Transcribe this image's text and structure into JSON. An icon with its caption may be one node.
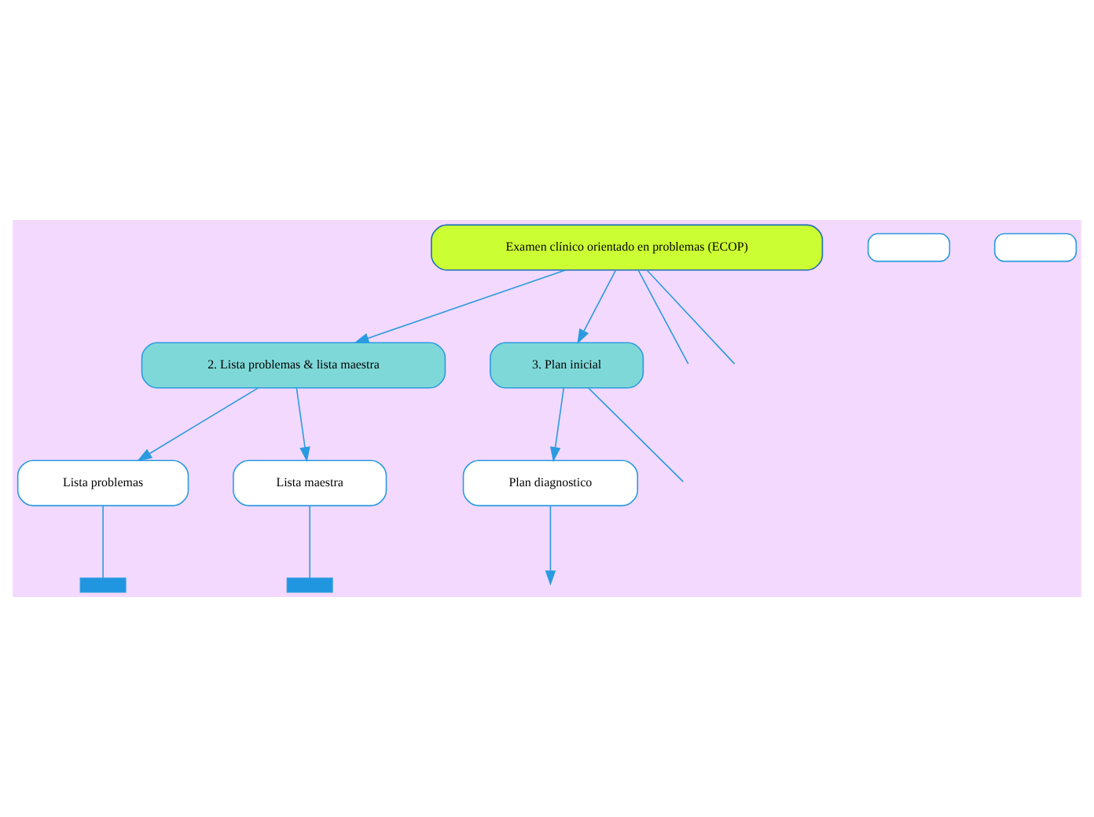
{
  "diagram": {
    "nodes": [
      {
        "text": [
          "Examen clínico orientado en problemas (ECOP)"
        ]
      },
      {
        "text": [
          "2. Lista problemas & lista maestra"
        ]
      },
      {
        "text": [
          "3. Plan inicial"
        ]
      },
      {
        "text": [],
        "shape": "box"
      },
      {
        "text": [],
        "shape": "box"
      },
      {
        "text": [
          "Lista problemas"
        ]
      },
      {
        "text": [
          "Lista maestra"
        ]
      },
      {
        "text": [
          "Plan diagnostico"
        ]
      },
      {
        "text": [],
        "shape": "bar"
      },
      {
        "text": [],
        "shape": "bar"
      }
    ],
    "edges": [
      {
        "from": 0,
        "to": null,
        "arrow": "none"
      },
      {
        "from": 0,
        "to": 1,
        "arrow": "to"
      },
      {
        "from": 0,
        "to": 2,
        "arrow": "to"
      },
      {
        "from": 0,
        "to": null,
        "arrow": "none"
      },
      {
        "from": 1,
        "to": 5,
        "arrow": "to"
      },
      {
        "from": 1,
        "to": 6,
        "arrow": "to"
      },
      {
        "from": 2,
        "to": 7,
        "arrow": "to"
      },
      {
        "from": 2,
        "to": null,
        "arrow": "none"
      },
      {
        "from": 5,
        "to": 8,
        "arrow": "none"
      },
      {
        "from": 6,
        "to": 9,
        "arrow": "none"
      },
      {
        "from": 7,
        "to": null,
        "arrow": "to"
      }
    ]
  }
}
